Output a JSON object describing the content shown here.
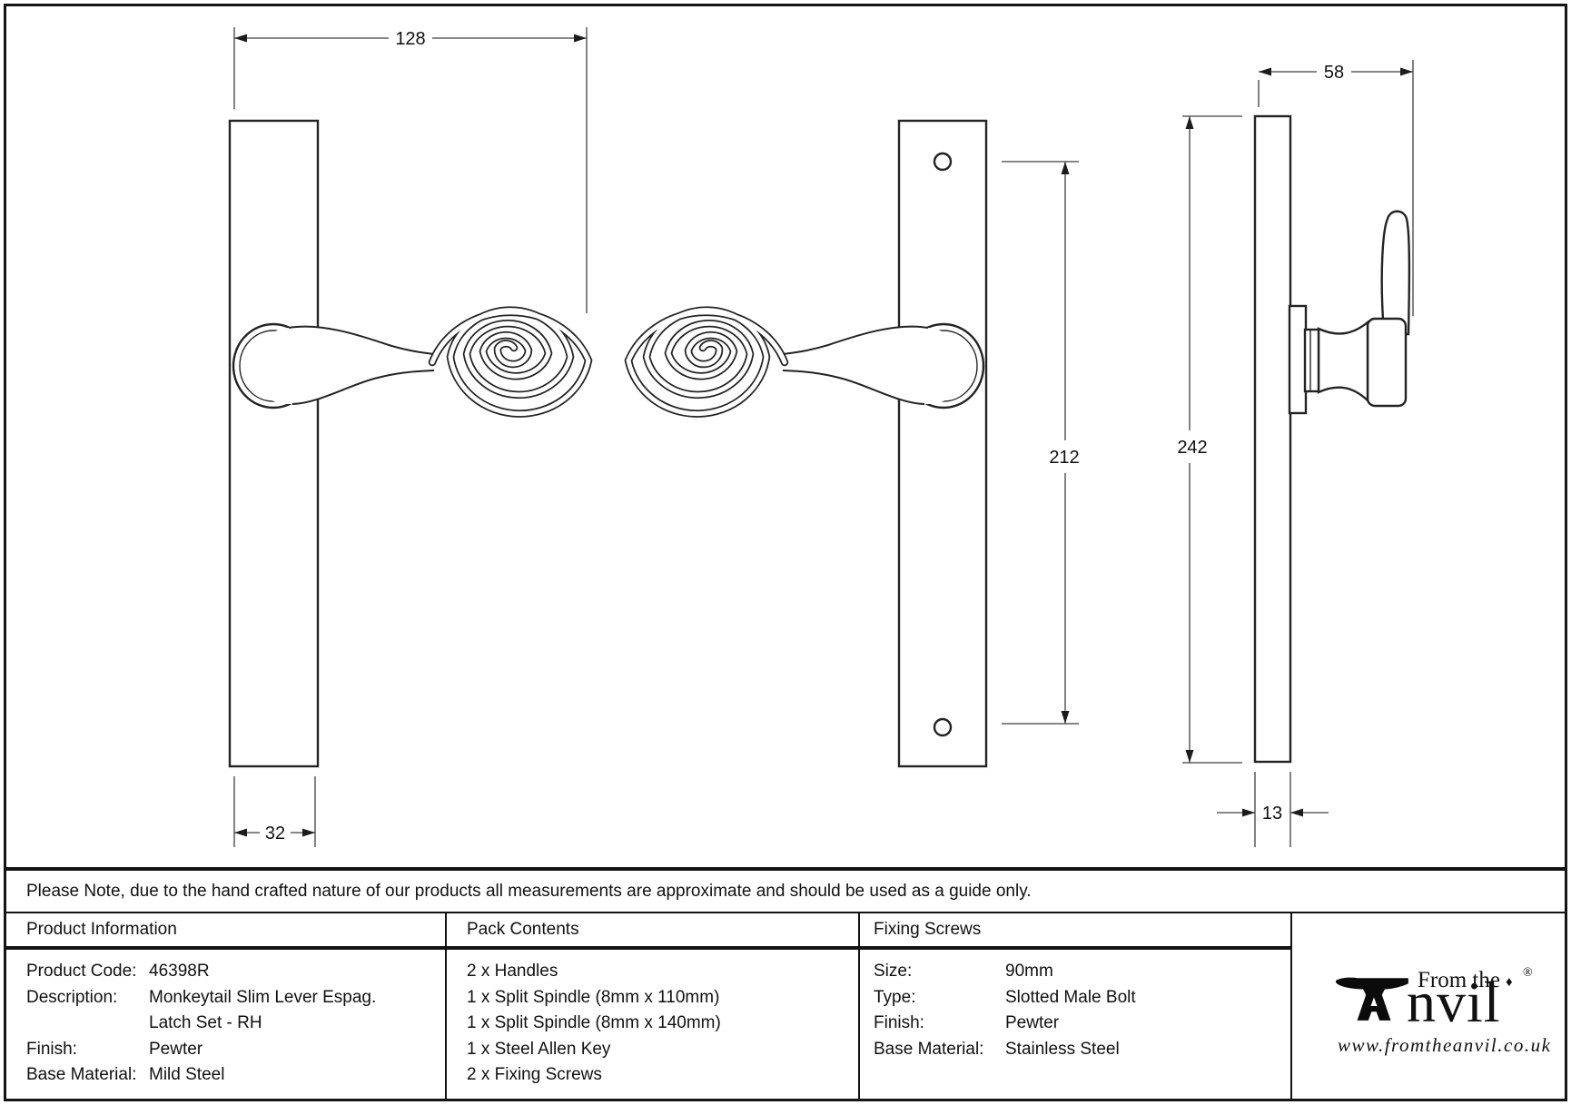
{
  "note": {
    "text": "Please Note, due to the hand crafted nature of our products all measurements are approximate and should be used as a guide only."
  },
  "dims": {
    "lever_length": "128",
    "projection": "58",
    "fixing_centres": "212",
    "backplate_height": "242",
    "backplate_width": "32",
    "backplate_thickness": "13"
  },
  "table": {
    "product_information": {
      "header": "Product Information",
      "rows": [
        {
          "label": "Product Code:",
          "value": "46398R"
        },
        {
          "label": "Description:",
          "value": "Monkeytail Slim Lever Espag."
        },
        {
          "label": "",
          "value": "Latch Set - RH"
        },
        {
          "label": "Finish:",
          "value": "Pewter"
        },
        {
          "label": "Base Material:",
          "value": "Mild Steel"
        }
      ]
    },
    "pack_contents": {
      "header": "Pack Contents",
      "items": [
        "2 x Handles",
        "1 x Split Spindle (8mm x 110mm)",
        "1 x Split Spindle (8mm x 140mm)",
        "1 x Steel Allen Key",
        "2 x Fixing Screws"
      ]
    },
    "fixing_screws": {
      "header": "Fixing Screws",
      "rows": [
        {
          "label": "Size:",
          "value": "90mm"
        },
        {
          "label": "Type:",
          "value": "Slotted Male Bolt"
        },
        {
          "label": "Finish:",
          "value": "Pewter"
        },
        {
          "label": "Base Material:",
          "value": "Stainless Steel"
        }
      ]
    }
  },
  "logo": {
    "from_the": "From the",
    "diamond": "♦",
    "anvil_suffix": "nvil",
    "registered": "®",
    "url": "www.fromtheanvil.co.uk"
  },
  "colors": {
    "line": "#232323",
    "dimension": "#3f3f3f",
    "text": "#111111",
    "border": "#141414",
    "background": "#ffffff"
  }
}
